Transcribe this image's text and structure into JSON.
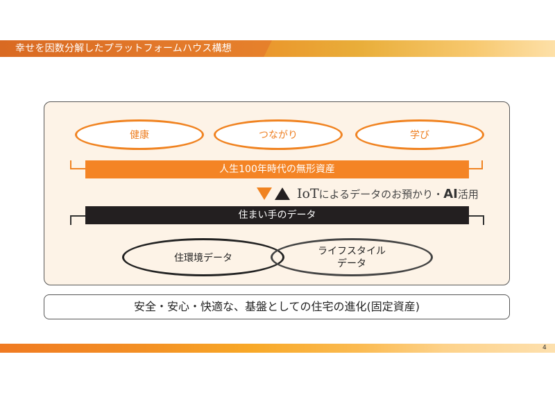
{
  "header": {
    "title": "幸せを因数分解したプラットフォームハウス構想"
  },
  "diagram": {
    "top_ovals": [
      {
        "label": "健康"
      },
      {
        "label": "つながり"
      },
      {
        "label": "学び"
      }
    ],
    "intangible_bar": "人生100年時代の無形資産",
    "flow": {
      "down_arrow_color": "#f08321",
      "up_arrow_color": "#231f20",
      "iot_prefix": "IoT",
      "middle_text": "によるデータのお預かり・",
      "ai_text": "AI",
      "suffix": "活用"
    },
    "resident_data_bar": "住まい手のデータ",
    "bottom_ovals": [
      {
        "label": "住環境データ"
      },
      {
        "label_line1": "ライフスタイル",
        "label_line2": "データ"
      }
    ]
  },
  "foundation": {
    "text": "安全・安心・快適な、基盤としての住宅の進化(固定資産)"
  },
  "footer": {
    "page_number": "4"
  },
  "colors": {
    "accent_orange": "#f48425",
    "dark": "#231f20",
    "panel_bg": "#fdf3e7"
  }
}
